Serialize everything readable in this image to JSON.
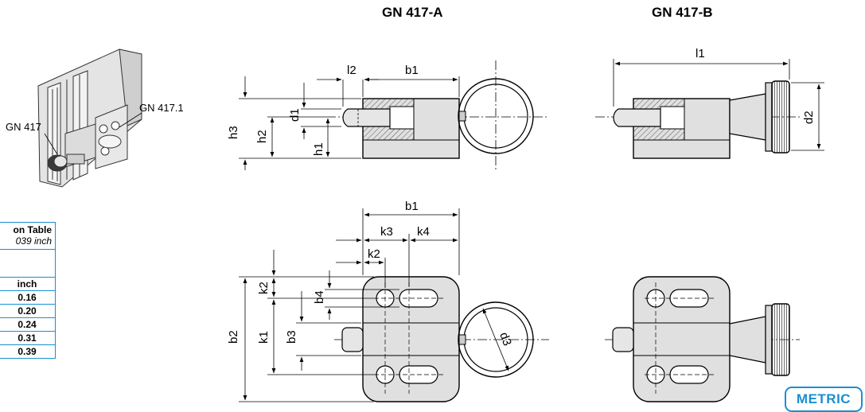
{
  "titles": {
    "variant_a": "GN 417-A",
    "variant_b": "GN 417-B"
  },
  "callouts": {
    "gn417": "GN 417",
    "gn4171": "GN 417.1"
  },
  "dims": {
    "l2": "l2",
    "b1": "b1",
    "l1": "l1",
    "h3": "h3",
    "h2": "h2",
    "h1": "h1",
    "d1": "d1",
    "d2": "d2",
    "d3": "d3",
    "k1": "k1",
    "k2": "k2",
    "k3": "k3",
    "k4": "k4",
    "b2": "b2",
    "b3": "b3",
    "b4": "b4"
  },
  "conversion_table": {
    "title": "on Table",
    "subtitle": "039 inch",
    "unit_header": "inch",
    "values": [
      "0.16",
      "0.20",
      "0.24",
      "0.31",
      "0.39"
    ]
  },
  "badge": "METRIC"
}
